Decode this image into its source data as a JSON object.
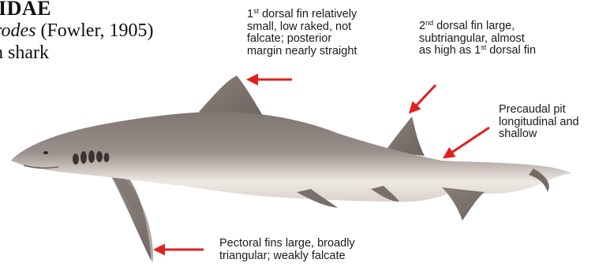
{
  "title": {
    "family": "IDAE",
    "species_italic": "rodes",
    "species_author": " (Fowler, 1905)",
    "common_name": "n shark"
  },
  "annotations": {
    "dorsal1": {
      "sup_prefix": "1",
      "sup": "st",
      "line1_rest": " dorsal fin relatively",
      "line2": "small, low raked, not",
      "line3": "falcate; posterior",
      "line4": "margin nearly straight"
    },
    "dorsal2": {
      "sup_prefix": "2",
      "sup": "nd",
      "line1_rest": " dorsal fin large,",
      "line2": "subtriangular, almost",
      "line3_prefix": "as high as 1",
      "line3_sup": "st",
      "line3_rest": " dorsal fin"
    },
    "precaudal_pit": {
      "line1": "Precaudal pit",
      "line2": "longitudinal and",
      "line3": "shallow"
    },
    "pectoral": {
      "line1": "Pectoral fins large, broadly",
      "line2": "triangular; weakly falcate"
    }
  },
  "colors": {
    "arrow": "#e0201c",
    "shark_body": "#8f8580",
    "shark_belly": "#f0ebe6",
    "shark_fin": "#7d726c"
  }
}
